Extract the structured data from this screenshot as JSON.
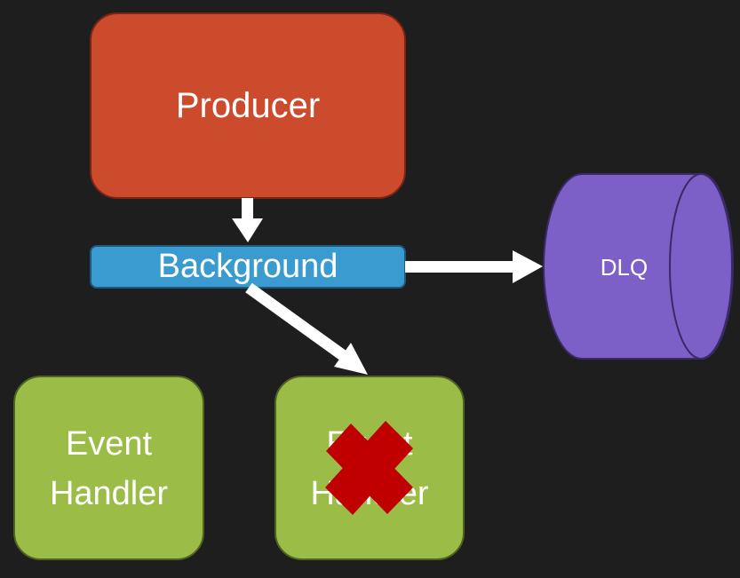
{
  "diagram": {
    "producer": {
      "label": "Producer",
      "fill": "#cb4b2c",
      "stroke": "#7a2414"
    },
    "background": {
      "label": "Background",
      "fill": "#3a9bd1",
      "stroke": "#1d5a7e"
    },
    "dlq": {
      "label": "DLQ",
      "fill": "#7c5fc7",
      "stroke": "#3a2a66"
    },
    "handler_1": {
      "line1": "Event",
      "line2": "Handler",
      "fill": "#9bbd47",
      "stroke": "#4f6420"
    },
    "handler_2": {
      "line1": "Event",
      "line2": "Handler",
      "fill": "#9bbd47",
      "stroke": "#4f6420",
      "failed": true
    },
    "failure_mark": {
      "icon": "x-mark-icon",
      "color": "#c00000"
    },
    "arrow_color": "#ffffff",
    "edges": [
      {
        "from": "producer",
        "to": "background"
      },
      {
        "from": "background",
        "to": "dlq"
      },
      {
        "from": "background",
        "to": "handler_2"
      }
    ]
  }
}
